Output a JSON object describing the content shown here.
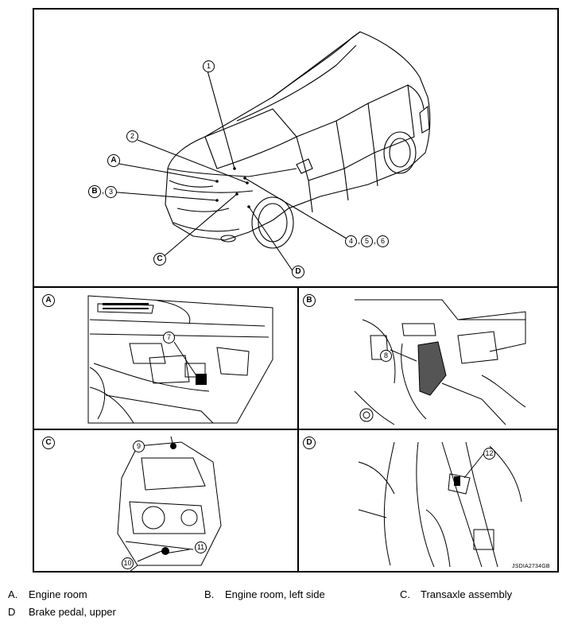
{
  "overview": {
    "callouts": {
      "c1": "1",
      "c2": "2",
      "cA": "A",
      "cB": "B",
      "cB3_sep": ",",
      "cB3": "3",
      "c4": "4",
      "c5": "5",
      "c6": "6",
      "sep": ",",
      "cC": "C",
      "cD": "D"
    }
  },
  "panels": [
    {
      "letter": "A",
      "callout": "7"
    },
    {
      "letter": "B",
      "callout": "8"
    },
    {
      "letter": "C",
      "callouts": [
        "9",
        "10",
        "11"
      ]
    },
    {
      "letter": "D",
      "callout": "12"
    }
  ],
  "diagram_code": "JSDIA2734GB",
  "legend": [
    {
      "key": "A.",
      "text": "Engine room"
    },
    {
      "key": "B.",
      "text": "Engine room, left side"
    },
    {
      "key": "C.",
      "text": "Transaxle assembly"
    },
    {
      "key": "D",
      "text": "Brake pedal, upper"
    }
  ]
}
